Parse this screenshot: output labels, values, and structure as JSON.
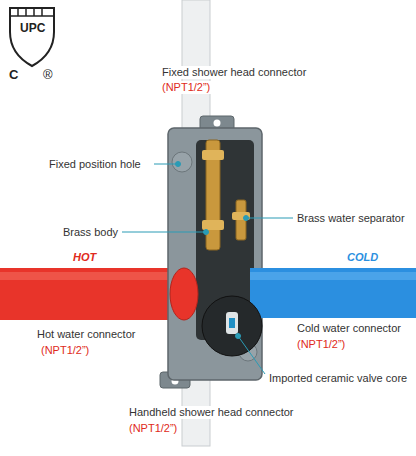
{
  "diagram": {
    "labels": [
      "UPC",
      "C",
      "®",
      "Fixed shower head connector",
      "(NPT1/2”)",
      "Fixed position hole",
      "Brass body",
      "Brass water separator",
      "HOT",
      "COLD",
      "Hot water connector",
      "(NPT1/2”)",
      "Cold water connector",
      "(NPT1/2”)",
      "Imported ceramic valve core",
      "Handheld shower head connector",
      "(NPT1/2”)"
    ]
  }
}
